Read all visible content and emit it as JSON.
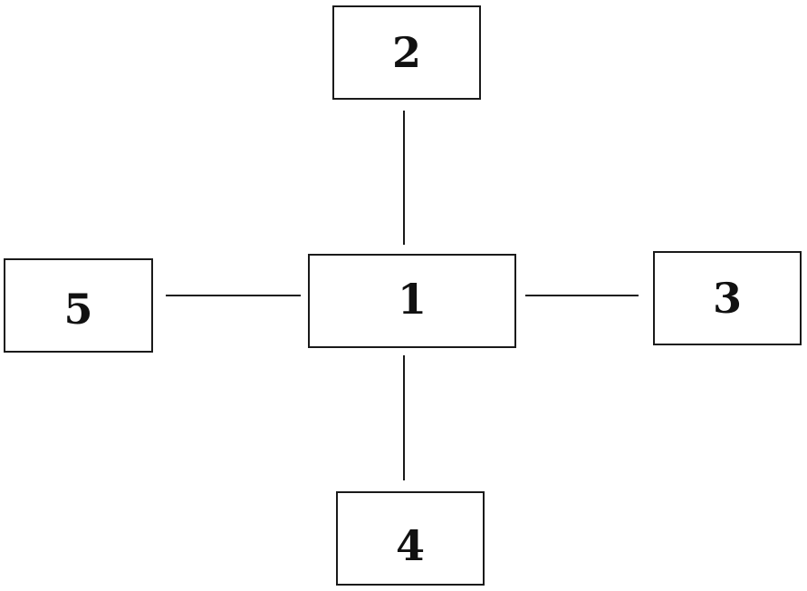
{
  "diagram": {
    "nodes": [
      {
        "id": "1",
        "label": "1"
      },
      {
        "id": "2",
        "label": "2"
      },
      {
        "id": "3",
        "label": "3"
      },
      {
        "id": "4",
        "label": "4"
      },
      {
        "id": "5",
        "label": "5"
      }
    ],
    "edges": [
      {
        "from": "1",
        "to": "2"
      },
      {
        "from": "1",
        "to": "3"
      },
      {
        "from": "1",
        "to": "4"
      },
      {
        "from": "1",
        "to": "5"
      }
    ],
    "colors": {
      "stroke": "#1a1a1a",
      "text": "#111111",
      "background": "#ffffff"
    }
  }
}
